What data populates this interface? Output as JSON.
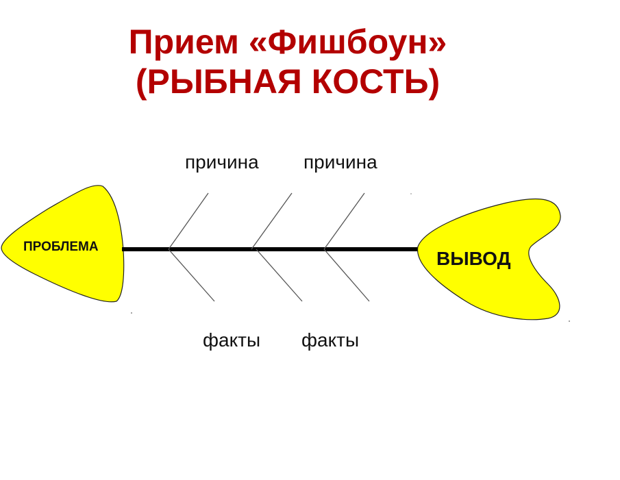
{
  "title": {
    "line1": "Прием «Фишбоун»",
    "line2": "(РЫБНАЯ КОСТЬ)",
    "color": "#b30000"
  },
  "diagram": {
    "type": "fishbone",
    "head": {
      "label": "ПРОБЛЕМА",
      "fill": "#ffff00"
    },
    "tail": {
      "label": "ВЫВОД",
      "fill": "#ffff00"
    },
    "top_labels": [
      "причина",
      "причина"
    ],
    "bottom_labels": [
      "факты",
      "факты"
    ],
    "bone_count_top": 3,
    "bone_count_bottom": 3
  }
}
